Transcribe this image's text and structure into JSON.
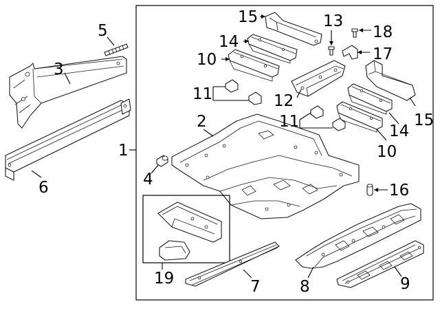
{
  "callouts": {
    "c1": "1",
    "c2": "2",
    "c3": "3",
    "c4": "4",
    "c5": "5",
    "c6": "6",
    "c7": "7",
    "c8": "8",
    "c9": "9",
    "c10a": "10",
    "c10b": "10",
    "c11a": "11",
    "c11b": "11",
    "c12": "12",
    "c13": "13",
    "c14a": "14",
    "c14b": "14",
    "c15a": "15",
    "c15b": "15",
    "c16": "16",
    "c17": "17",
    "c18": "18",
    "c19": "19"
  },
  "colors": {
    "line": "#1a1a1a",
    "background": "#ffffff"
  }
}
